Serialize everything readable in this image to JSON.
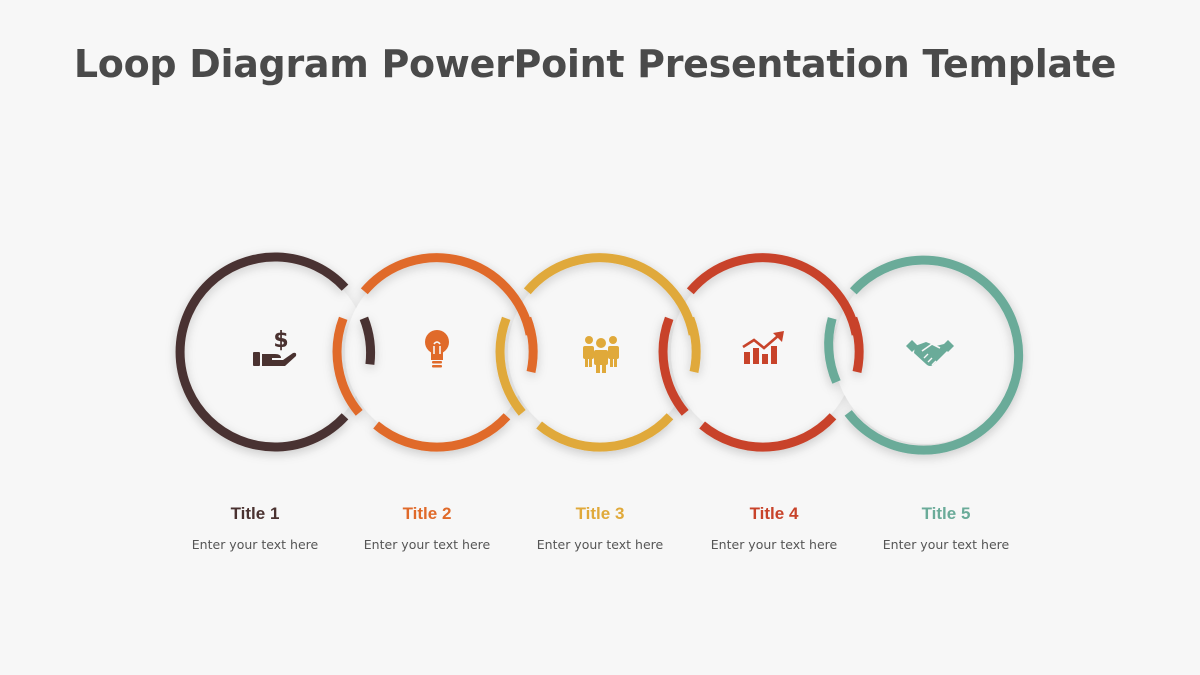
{
  "slide": {
    "title": "Loop Diagram PowerPoint Presentation Template"
  },
  "steps": [
    {
      "title": "Title 1",
      "text": "Enter your text here",
      "color": "#4a3230",
      "icon": "money-in-hand-icon"
    },
    {
      "title": "Title 2",
      "text": "Enter your text here",
      "color": "#e06a2a",
      "icon": "lightbulb-icon"
    },
    {
      "title": "Title 3",
      "text": "Enter your text here",
      "color": "#e0a93a",
      "icon": "team-icon"
    },
    {
      "title": "Title 4",
      "text": "Enter your text here",
      "color": "#c8432a",
      "icon": "growth-chart-icon"
    },
    {
      "title": "Title 5",
      "text": "Enter your text here",
      "color": "#6aab99",
      "icon": "handshake-icon"
    }
  ]
}
